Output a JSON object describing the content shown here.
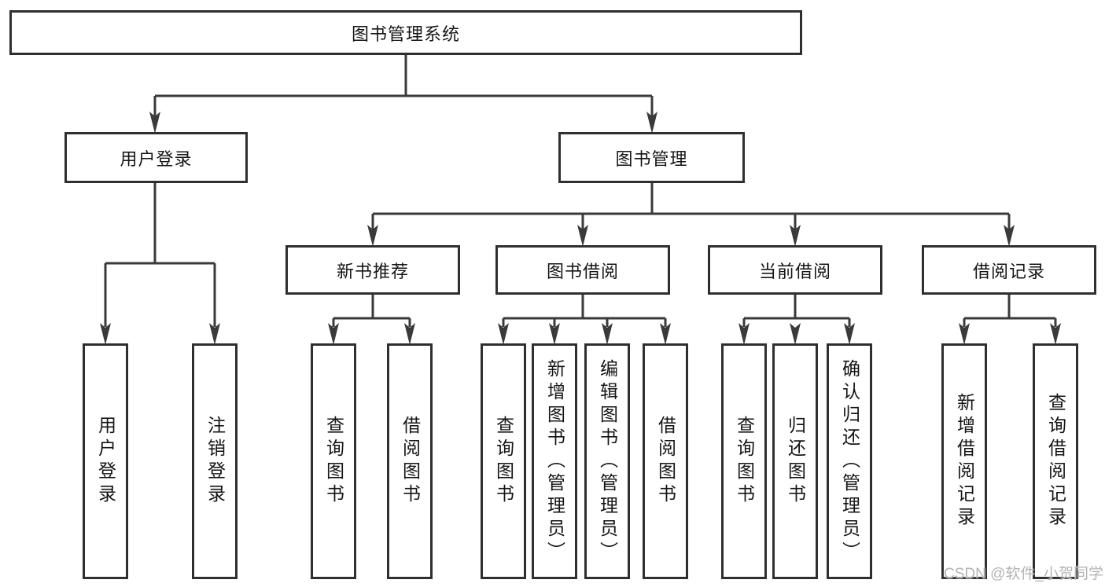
{
  "diagram": {
    "root": {
      "label": "图书管理系统",
      "children": [
        {
          "label": "用户登录",
          "children": [
            {
              "label": "用户登录"
            },
            {
              "label": "注销登录"
            }
          ]
        },
        {
          "label": "图书管理",
          "children": [
            {
              "label": "新书推荐",
              "children": [
                {
                  "label": "查询图书"
                },
                {
                  "label": "借阅图书"
                }
              ]
            },
            {
              "label": "图书借阅",
              "children": [
                {
                  "label": "查询图书"
                },
                {
                  "label": "新增图书（管理员）"
                },
                {
                  "label": "编辑图书（管理员）"
                },
                {
                  "label": "借阅图书"
                }
              ]
            },
            {
              "label": "当前借阅",
              "children": [
                {
                  "label": "查询图书"
                },
                {
                  "label": "归还图书"
                },
                {
                  "label": "确认归还（管理员）"
                }
              ]
            },
            {
              "label": "借阅记录",
              "children": [
                {
                  "label": "新增借阅记录"
                },
                {
                  "label": "查询借阅记录"
                }
              ]
            }
          ]
        }
      ]
    }
  },
  "watermark": {
    "text": "CSDN @软件_小贺同学"
  },
  "colors": {
    "line": "#3a3a3a",
    "box_border": "#2f2f2f",
    "text": "#151515",
    "watermark": "#b4b4b4",
    "background": "#ffffff"
  }
}
